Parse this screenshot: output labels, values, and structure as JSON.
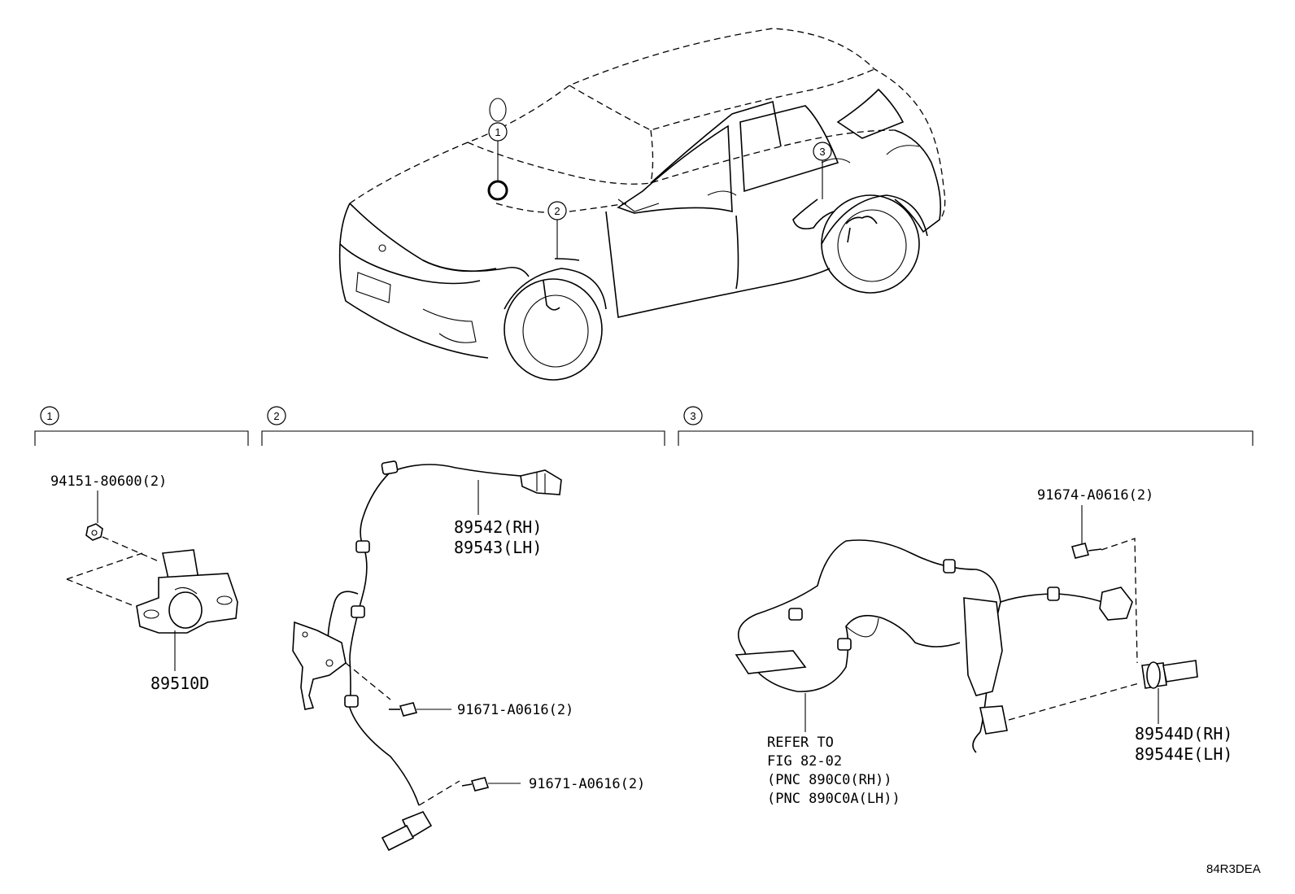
{
  "callouts": {
    "c1": "1",
    "c2": "2",
    "c3": "3"
  },
  "sections": [
    {
      "id": "1"
    },
    {
      "id": "2"
    },
    {
      "id": "3"
    }
  ],
  "parts": {
    "clip_1": "94151-80600(2)",
    "sensor_height": "89510D",
    "front_sensor_rh": "89542(RH)",
    "front_sensor_lh": "89543(LH)",
    "bolt_front_1": "91671-A0616(2)",
    "bolt_front_2": "91671-A0616(2)",
    "bolt_rear": "91674-A0616(2)",
    "rear_sensor_rh": "89544D(RH)",
    "rear_sensor_lh": "89544E(LH)",
    "refer_line1": "REFER TO",
    "refer_line2": "FIG 82-02",
    "refer_line3": "(PNC 890C0(RH))",
    "refer_line4": "(PNC 890C0A(LH))"
  },
  "figure_code": "84R3DEA"
}
